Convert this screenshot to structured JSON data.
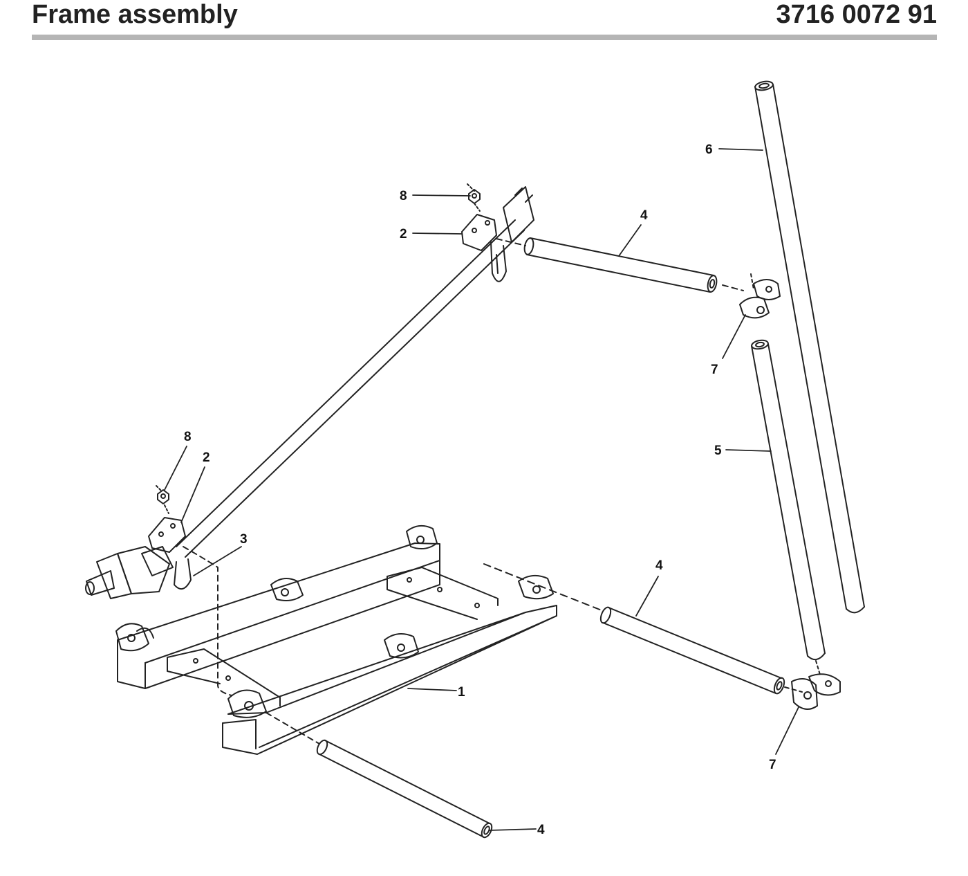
{
  "header": {
    "title": "Frame assembly",
    "doc_number": "3716 0072 91"
  },
  "callouts": {
    "c1": "1",
    "c2_top": "2",
    "c2_left": "2",
    "c3": "3",
    "c4_top": "4",
    "c4_mid": "4",
    "c4_bottom": "4",
    "c5": "5",
    "c6": "6",
    "c7_upper": "7",
    "c7_lower": "7",
    "c8_top": "8",
    "c8_left": "8"
  }
}
